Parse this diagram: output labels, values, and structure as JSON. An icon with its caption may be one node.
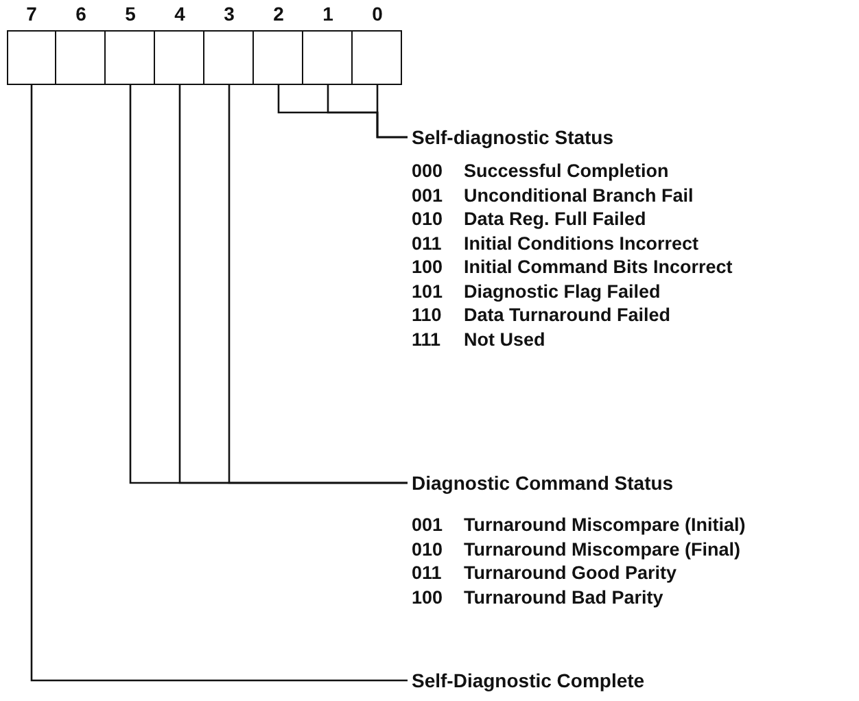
{
  "diagram": {
    "nodes": [
      {
        "text": [
          "7"
        ]
      },
      {
        "text": [
          "6"
        ]
      },
      {
        "text": [
          "5"
        ]
      },
      {
        "text": [
          "4"
        ]
      },
      {
        "text": [
          "3"
        ]
      },
      {
        "text": [
          "2"
        ]
      },
      {
        "text": [
          "1"
        ]
      },
      {
        "text": [
          "0"
        ]
      },
      {
        "text": [
          "Self-diagnostic Status"
        ]
      },
      {
        "text": [
          "Diagnostic Command Status"
        ]
      },
      {
        "text": [
          "Self-Diagnostic Complete"
        ]
      }
    ],
    "edges": [
      {
        "from": 5,
        "to": 8,
        "arrow": "none"
      },
      {
        "from": 6,
        "to": 8,
        "arrow": "none"
      },
      {
        "from": 7,
        "to": 8,
        "arrow": "none"
      },
      {
        "from": 2,
        "to": 9,
        "arrow": "none"
      },
      {
        "from": 3,
        "to": 9,
        "arrow": "none"
      },
      {
        "from": 4,
        "to": 9,
        "arrow": "none"
      },
      {
        "from": 0,
        "to": 10,
        "arrow": "none"
      }
    ],
    "labels": [
      "000",
      "Successful Completion",
      "001",
      "Unconditional Branch Fail",
      "010",
      "Data Reg. Full Failed",
      "011",
      "Initial Conditions Incorrect",
      "100",
      "Initial Command Bits Incorrect",
      "101",
      "Diagnostic Flag Failed",
      "110",
      "Data Turnaround Failed",
      "111",
      "Not Used",
      "001",
      "Turnaround Miscompare (Initial)",
      "010",
      "Turnaround Miscompare (Final)",
      "011",
      "Turnaround Good Parity",
      "100",
      "Turnaround Bad Parity"
    ]
  }
}
